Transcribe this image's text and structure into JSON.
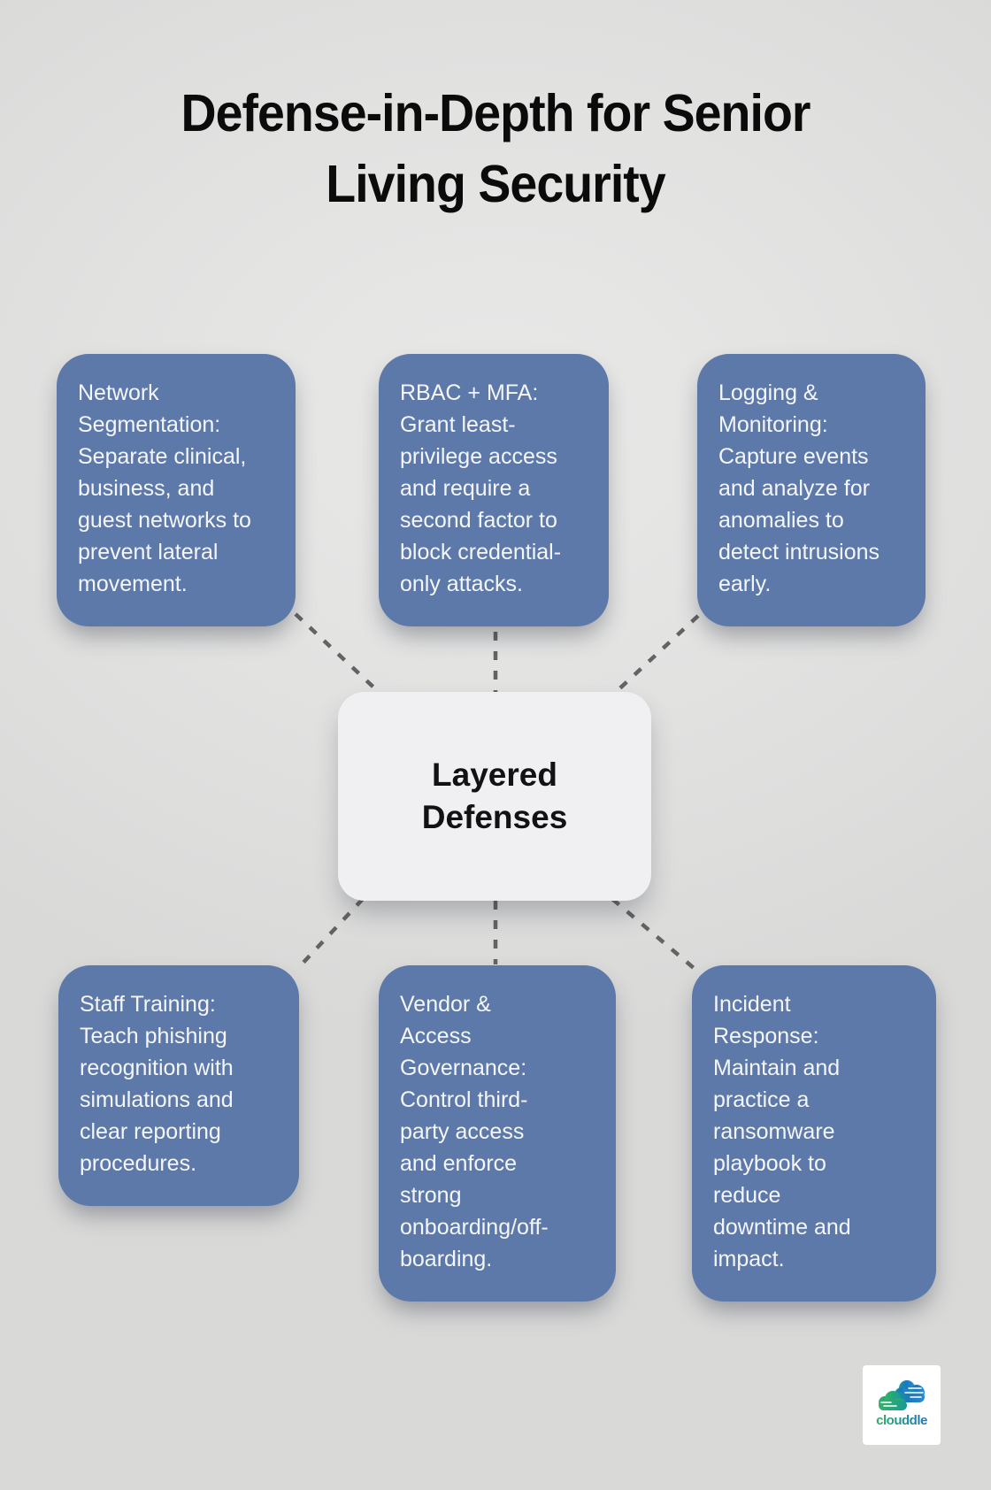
{
  "title": "Defense-in-Depth for Senior Living Security",
  "center": {
    "label": "Layered Defenses"
  },
  "nodes": [
    {
      "id": "network-segmentation",
      "text": "Network Segmentation: Separate clinical, business, and guest networks to prevent lateral movement."
    },
    {
      "id": "rbac-mfa",
      "text": "RBAC + MFA: Grant least-privilege access and require a second factor to block credential-only attacks."
    },
    {
      "id": "logging-monitoring",
      "text": "Logging & Monitoring: Capture events and analyze for anomalies to detect intrusions early."
    },
    {
      "id": "staff-training",
      "text": "Staff Training: Teach phishing recognition with simulations and clear reporting procedures."
    },
    {
      "id": "vendor-access-governance",
      "text": "Vendor & Access Governance: Control third-party access and enforce strong onboarding/off-boarding."
    },
    {
      "id": "incident-response",
      "text": "Incident Response: Maintain and practice a ransomware playbook to reduce downtime and impact."
    }
  ],
  "logo": {
    "name": "clouddle"
  },
  "colors": {
    "node_fill": "#5d79aa",
    "node_text": "#f4f6fa",
    "center_fill": "#f0f0f3",
    "background": "#e1e1e0",
    "connector": "#636363",
    "title_text": "#0b0b0b",
    "logo_green": "#2fae66",
    "logo_blue": "#1d78be"
  }
}
